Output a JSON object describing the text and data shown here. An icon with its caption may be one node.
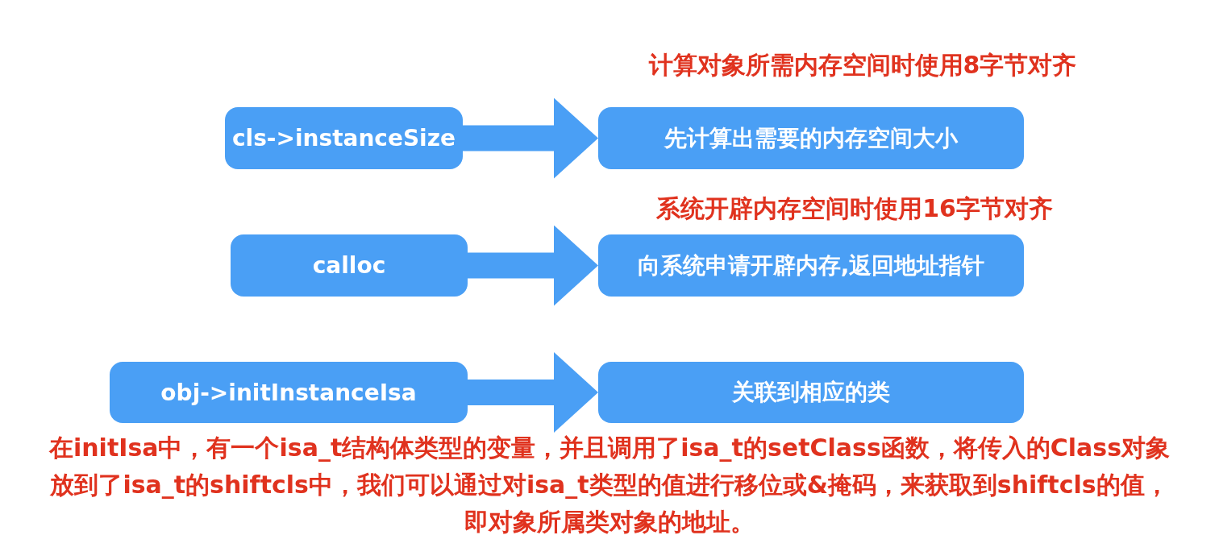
{
  "diagram": {
    "nodes": [
      {
        "text": [
          "cls->instanceSize"
        ]
      },
      {
        "text": [
          "先计算出需要的内存空间大小"
        ]
      },
      {
        "text": [
          "calloc"
        ]
      },
      {
        "text": [
          "向系统申请开辟内存,返回地址指针"
        ]
      },
      {
        "text": [
          "obj->initInstanceIsa"
        ]
      },
      {
        "text": [
          "关联到相应的类"
        ]
      }
    ],
    "edges": [
      {
        "from": 0,
        "to": 1,
        "arrow": "to"
      },
      {
        "from": 2,
        "to": 3,
        "arrow": "to"
      },
      {
        "from": 4,
        "to": 5,
        "arrow": "to"
      }
    ],
    "labels": [
      "计算对象所需内存空间时使用8字节对齐",
      "系统开辟内存空间时使用16字节对齐",
      "在initIsa中，有一个isa_t结构体类型的变量，并且调用了isa_t的setClass函数，将传入的Class对象放到了isa_t的shiftcls中，我们可以通过对isa_t类型的值进行移位或&掩码，来获取到shiftcls的值，即对象所属类对象的地址。"
    ]
  }
}
